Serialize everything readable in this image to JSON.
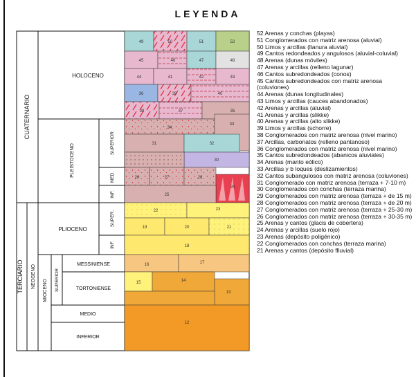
{
  "title": "LEYENDA",
  "column_labels": {
    "cuaternario": "CUATERNARIO",
    "terciario": "TERCIARIO",
    "holoceno": "HOLOCENO",
    "pleistoceno": "PLEISTOCENO",
    "superior_pleisto": "SUPERIOR",
    "med": "MED.",
    "inf_pleisto": "INF.",
    "plioceno": "PLIOCENO",
    "super_plio": "SUPER.",
    "inf_plio": "INF.",
    "neogeno": "NEOGENO",
    "mioceno": "MIOCENO",
    "superior_mio": "SUPERIOR",
    "messiniense": "MESSINIENSE",
    "tortoniense": "TORTONIENSE",
    "medio": "MEDIO",
    "inferior": "INFERIOR"
  },
  "units": [
    "49",
    "50",
    "51",
    "52",
    "45",
    "46",
    "47",
    "48",
    "44",
    "41",
    "42",
    "43",
    "36",
    "39",
    "40",
    "38",
    "37",
    "35",
    "34",
    "33",
    "31",
    "32",
    "30",
    "27",
    "26",
    "25",
    "28",
    "29",
    "22",
    "23",
    "19",
    "20",
    "21",
    "18",
    "16",
    "17",
    "15",
    "14",
    "13",
    "12"
  ],
  "legend": [
    "52 Arenas y conchas (playas)",
    "51 Conglomerados con matriz arenosa (aluvial)",
    "50 Limos y arcillas (llanura aluvial)",
    "49 Cantos redondeados y angulosos (aluvial-coluvial)",
    "48 Arenas (dunas móviles)",
    "47 Arenas y arcillas (relleno lagunar)",
    "46 Cantos subredondeados (conos)",
    "45 Cantos subredondeados con matriz arenosa (coluviones)",
    "44 Arenas (dunas longitudinales)",
    "43 Limos y arcillas (cauces abandonados)",
    "42 Arenas y arcillas (aluvial)",
    "41 Arenas y arcillas (slikke)",
    "40 Arenas y arcillas (alto slikke)",
    "39 Limos y arcillas (schorre)",
    "38 Conglomerados con matriz arenosa (nivel marino)",
    "37 Arcillas, carbonatos (relleno pantanoso)",
    "36 Conglomerados con matriz arenosa (nivel marino)",
    "35 Cantos subredondeados (abanicos aluviales)",
    "34 Arenas (manto eólico)",
    "33 Arcillas y b loques (deslizamientos)",
    "32 Cantos subangulosos con matriz arenosa (coluviones)",
    "31 Conglomerado con matriz arenosa (terraza + 7-10 m)",
    "30 Conglomerados con conchas (terraza marina)",
    "29 Conglomerados con matriz arenosa (terraza + de 15 m)",
    "28 Conglomerados con matriz arenosa (terraza + de 20 m)",
    "27 Conglomerados con matriz arenosa (terraza + 25-30 m)",
    "26 Conglomerados con matriz arenosa (terraza + 30-35 m)",
    "25 Arenas y cantos (glacis de cobertera)",
    "24 Arenas y arcillas (suelo rojo)",
    "23 Arenas (depósito poligénico)",
    "22 Conglomerados con conchas (terraza marina)",
    "21 Arenas y cantos (depósito flluvial)"
  ],
  "colors": {
    "holo_pink": "#e8b8cf",
    "holo_teal": "#a9d6d6",
    "holo_olive": "#b8d08a",
    "lilac": "#c4b6e4",
    "rose": "#d9b0b0",
    "brick": "#e84050",
    "blue": "#9ab7e4",
    "yellow": "#fff27a",
    "yellow2": "#ffe86e",
    "orange": "#f7c680",
    "orange_dark": "#f0a838",
    "orange_deep": "#f29a25"
  }
}
